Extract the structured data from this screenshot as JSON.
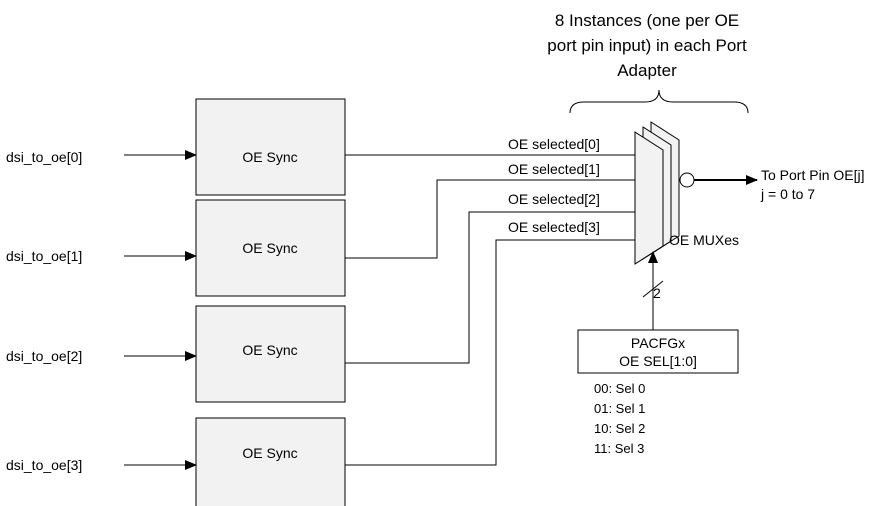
{
  "header": {
    "lines": [
      "8 Instances (one per OE",
      "port pin input) in each  Port",
      "Adapter"
    ]
  },
  "inputs": [
    "dsi_to_oe[0]",
    "dsi_to_oe[1]",
    "dsi_to_oe[2]",
    "dsi_to_oe[3]"
  ],
  "sync_label": "OE Sync",
  "selected": [
    "OE selected[0]",
    "OE selected[1]",
    "OE selected[2]",
    "OE selected[3]"
  ],
  "mux_label": "OE MUXes",
  "output": {
    "line1": "To Port Pin OE[j]",
    "line2": "j = 0 to 7"
  },
  "bus_width": "2",
  "config": {
    "line1": "PACFGx",
    "line2": "OE SEL[1:0]"
  },
  "sel_options": [
    "00: Sel 0",
    "01: Sel 1",
    "10: Sel 2",
    "11: Sel 3"
  ],
  "colors": {
    "block_fill": "#f2f2f2",
    "stroke": "#000000"
  }
}
